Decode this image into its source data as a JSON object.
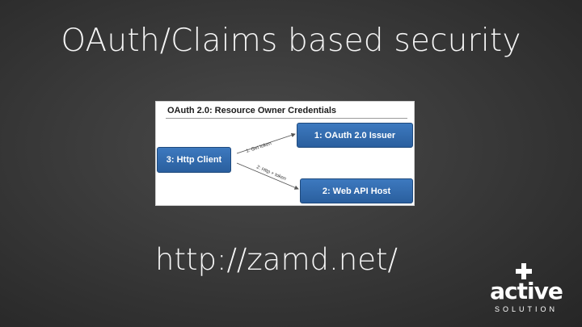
{
  "slide": {
    "title": "OAuth/Claims based security",
    "url": "http://zamd.net/"
  },
  "diagram": {
    "title": "OAuth 2.0: Resource Owner Credentials",
    "nodes": {
      "client": "3: Http Client",
      "issuer": "1: OAuth 2.0 Issuer",
      "host": "2: Web API Host"
    },
    "edges": {
      "get_token": "1: Get token",
      "http_token": "2: Http + token"
    },
    "colors": {
      "node_fill": "#2f68aa",
      "edge": "#555555"
    }
  },
  "logo": {
    "mark": "active",
    "subtitle": "SOLUTION"
  }
}
